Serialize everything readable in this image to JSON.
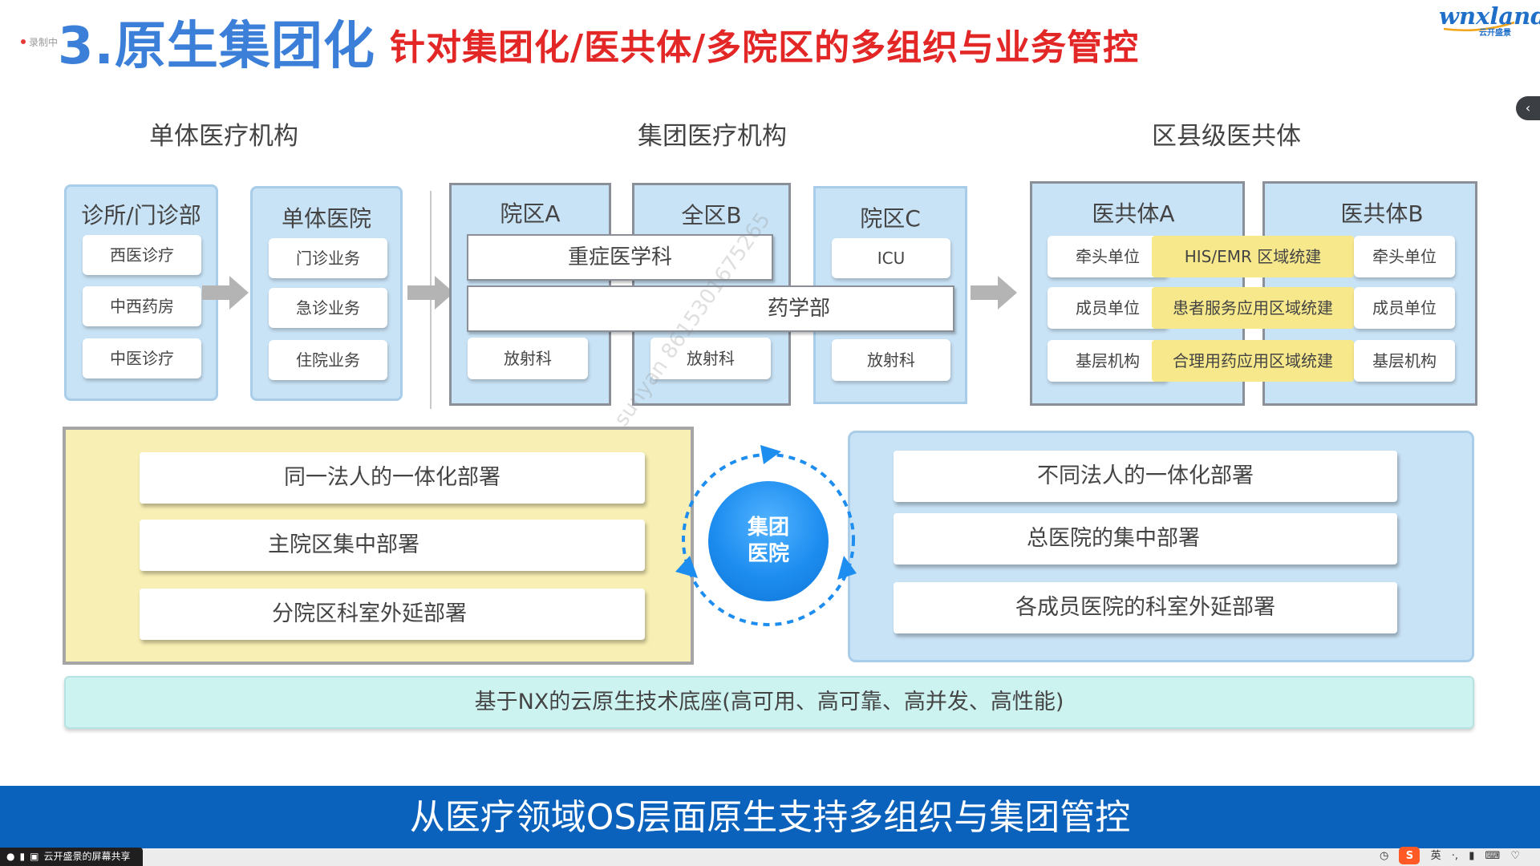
{
  "header": {
    "recording_label": "录制中",
    "title": "3.原生集团化",
    "subtitle": "针对集团化/医共体/多院区的多组织与业务管控",
    "logo_main": "wnxland",
    "logo_sub": "云开盛景",
    "side_tab_icon": "‹"
  },
  "sections": {
    "single": "单体医疗机构",
    "group": "集团医疗机构",
    "county": "区县级医共体"
  },
  "clinic": {
    "title": "诊所/门诊部",
    "items": [
      "西医诊疗",
      "中西药房",
      "中医诊疗"
    ]
  },
  "hospital": {
    "title": "单体医院",
    "items": [
      "门诊业务",
      "急诊业务",
      "住院业务"
    ]
  },
  "campus": {
    "a": "院区A",
    "b": "全区B",
    "c": "院区C",
    "icu": "ICU",
    "critical_care": "重症医学科",
    "pharmacy": "药学部",
    "radiology": "放射科"
  },
  "alliance": {
    "a": "医共体A",
    "b": "医共体B",
    "rows": [
      {
        "left": "牵头单位",
        "mid": "HIS/EMR 区域统建",
        "right": "牵头单位"
      },
      {
        "left": "成员单位",
        "mid": "患者服务应用区域统建",
        "right": "成员单位"
      },
      {
        "left": "基层机构",
        "mid": "合理用药应用区域统建",
        "right": "基层机构"
      }
    ]
  },
  "deploy_left": [
    "同一法人的一体化部署",
    "主院区集中部署",
    "分院区科室外延部署"
  ],
  "deploy_right": [
    "不同法人的一体化部署",
    "总医院的集中部署",
    "各成员医院的科室外延部署"
  ],
  "hub": {
    "line1": "集团",
    "line2": "医院"
  },
  "base": "基于NX的云原生技术底座(高可用、高可靠、高并发、高性能)",
  "banner": "从医疗领域OS层面原生支持多组织与集团管控",
  "taskbar": {
    "share_label": "云开盛景的屏幕共享",
    "tray_ime": "英"
  },
  "watermark": "sunyan 8615301675265",
  "colors": {
    "title_blue": "#3b7fd9",
    "subtitle_red": "#e32626",
    "panel_blue": "#c9e3f6",
    "highlight_yellow": "#f7e98b",
    "banner_blue": "#0b62bd",
    "base_teal": "#cdf3f1"
  }
}
